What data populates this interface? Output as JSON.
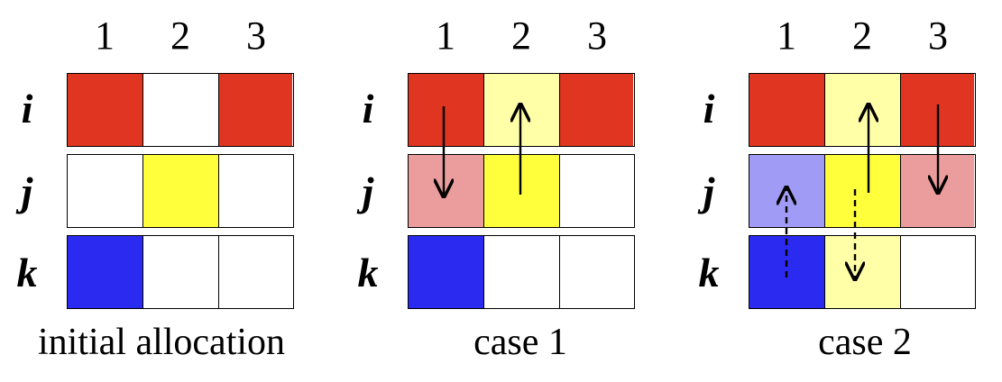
{
  "panels": [
    {
      "caption": "initial allocation",
      "columns": [
        "1",
        "2",
        "3"
      ],
      "rows": [
        {
          "label": "i",
          "cells": [
            "#e03520",
            "#ffffff",
            "#e03520"
          ]
        },
        {
          "label": "j",
          "cells": [
            "#ffffff",
            "#ffff3c",
            "#ffffff"
          ]
        },
        {
          "label": "k",
          "cells": [
            "#2a2af0",
            "#ffffff",
            "#ffffff"
          ]
        }
      ]
    },
    {
      "caption": "case 1",
      "columns": [
        "1",
        "2",
        "3"
      ],
      "rows": [
        {
          "label": "i",
          "cells": [
            "#e03520",
            "#ffffa8",
            "#e03520"
          ]
        },
        {
          "label": "j",
          "cells": [
            "#eb9d9d",
            "#ffff3c",
            "#ffffff"
          ]
        },
        {
          "label": "k",
          "cells": [
            "#2a2af0",
            "#ffffff",
            "#ffffff"
          ]
        }
      ]
    },
    {
      "caption": "case 2",
      "columns": [
        "1",
        "2",
        "3"
      ],
      "rows": [
        {
          "label": "i",
          "cells": [
            "#e03520",
            "#ffffa8",
            "#e03520"
          ]
        },
        {
          "label": "j",
          "cells": [
            "#a09cf5",
            "#ffff3c",
            "#eb9d9d"
          ]
        },
        {
          "label": "k",
          "cells": [
            "#2a2af0",
            "#ffffa8",
            "#ffffff"
          ]
        }
      ]
    }
  ]
}
